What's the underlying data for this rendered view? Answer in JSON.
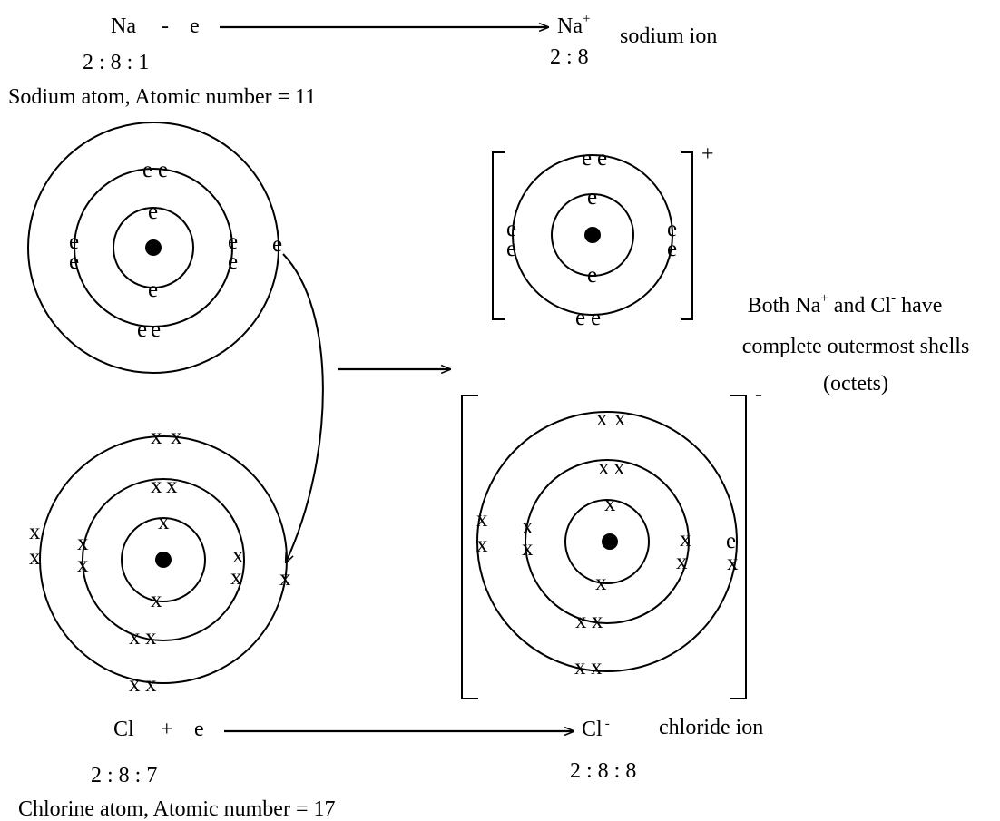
{
  "eq_na": {
    "reactant": "Na",
    "operator": "-",
    "electron": "e",
    "product": "Na",
    "product_charge": "+",
    "product_name": "sodium ion",
    "reactant_config": "2 : 8 : 1",
    "product_config": "2 : 8",
    "caption": "Sodium atom, Atomic number = 11"
  },
  "eq_cl": {
    "reactant": "Cl",
    "operator": "+",
    "electron": "e",
    "product": "Cl",
    "product_charge": "-",
    "product_name": "chloride ion",
    "reactant_config": "2 : 8 : 7",
    "product_config": "2 : 8 : 8",
    "caption": "Chlorine atom, Atomic number = 17"
  },
  "note": {
    "line1_a": "Both Na",
    "line1_sup1": "+",
    "line1_b": " and Cl",
    "line1_sup2": "-",
    "line1_c": " have",
    "line2": "complete outermost shells",
    "line3": "(octets)"
  },
  "ion_charges": {
    "na": "+",
    "cl": "-"
  },
  "electron_symbols": {
    "sodium": "e",
    "chlorine": "x"
  },
  "colors": {
    "ink": "#000000",
    "background": "#ffffff"
  }
}
